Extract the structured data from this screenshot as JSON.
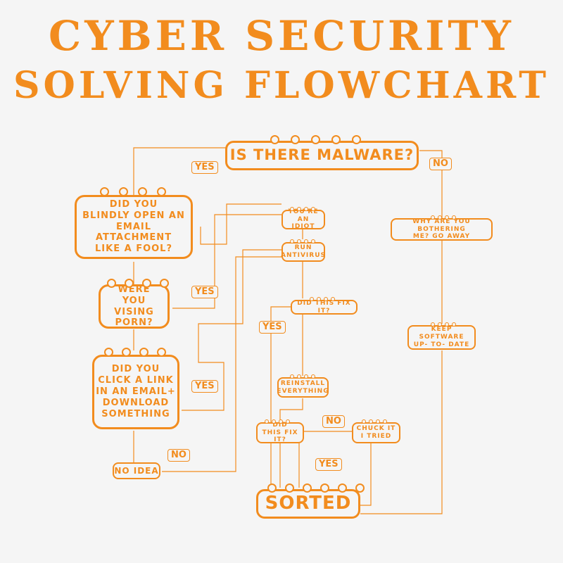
{
  "title": {
    "line1": "CYBER SECURITY",
    "line2": "SOLVING FLOWCHART"
  },
  "nodes": {
    "malware": "IS THERE MALWARE?",
    "attachment": "DID YOU\nBLINDLY OPEN AN\nEMAIL ATTACHMENT\nLIKE A FOOL?",
    "porn": "WERE\nYOU VISING\nPORN?",
    "link": "DID YOU\nCLICK A LINK\nIN AN EMAIL+\nDOWNLOAD\nSOMETHING",
    "no_idea": "NO IDEA",
    "idiot": "YOU'RE AN\nIDIOT",
    "antivirus": "RUN\nANTIVIRUS",
    "fix1": "DID THIS FIX IT?",
    "reinstall": "REINSTALL\nEVERYTHING",
    "fix2": "DID\nTHIS FIX IT?",
    "chuck": "CHUCK IT\nI TRIED",
    "sorted": "SORTED",
    "bothering": "WHY ARE YOU BOTHERING\nME? GO AWAY",
    "keep": "KEEP SOFTWARE\nUP- TO- DATE"
  },
  "labels": {
    "yes1": "YES",
    "no1": "NO",
    "yes2": "YES",
    "yes3": "YES",
    "yes4": "YES",
    "no2": "NO",
    "no3": "NO",
    "yes5": "YES"
  },
  "colors": {
    "accent": "#f28c1e",
    "background": "#f5f5f5"
  }
}
